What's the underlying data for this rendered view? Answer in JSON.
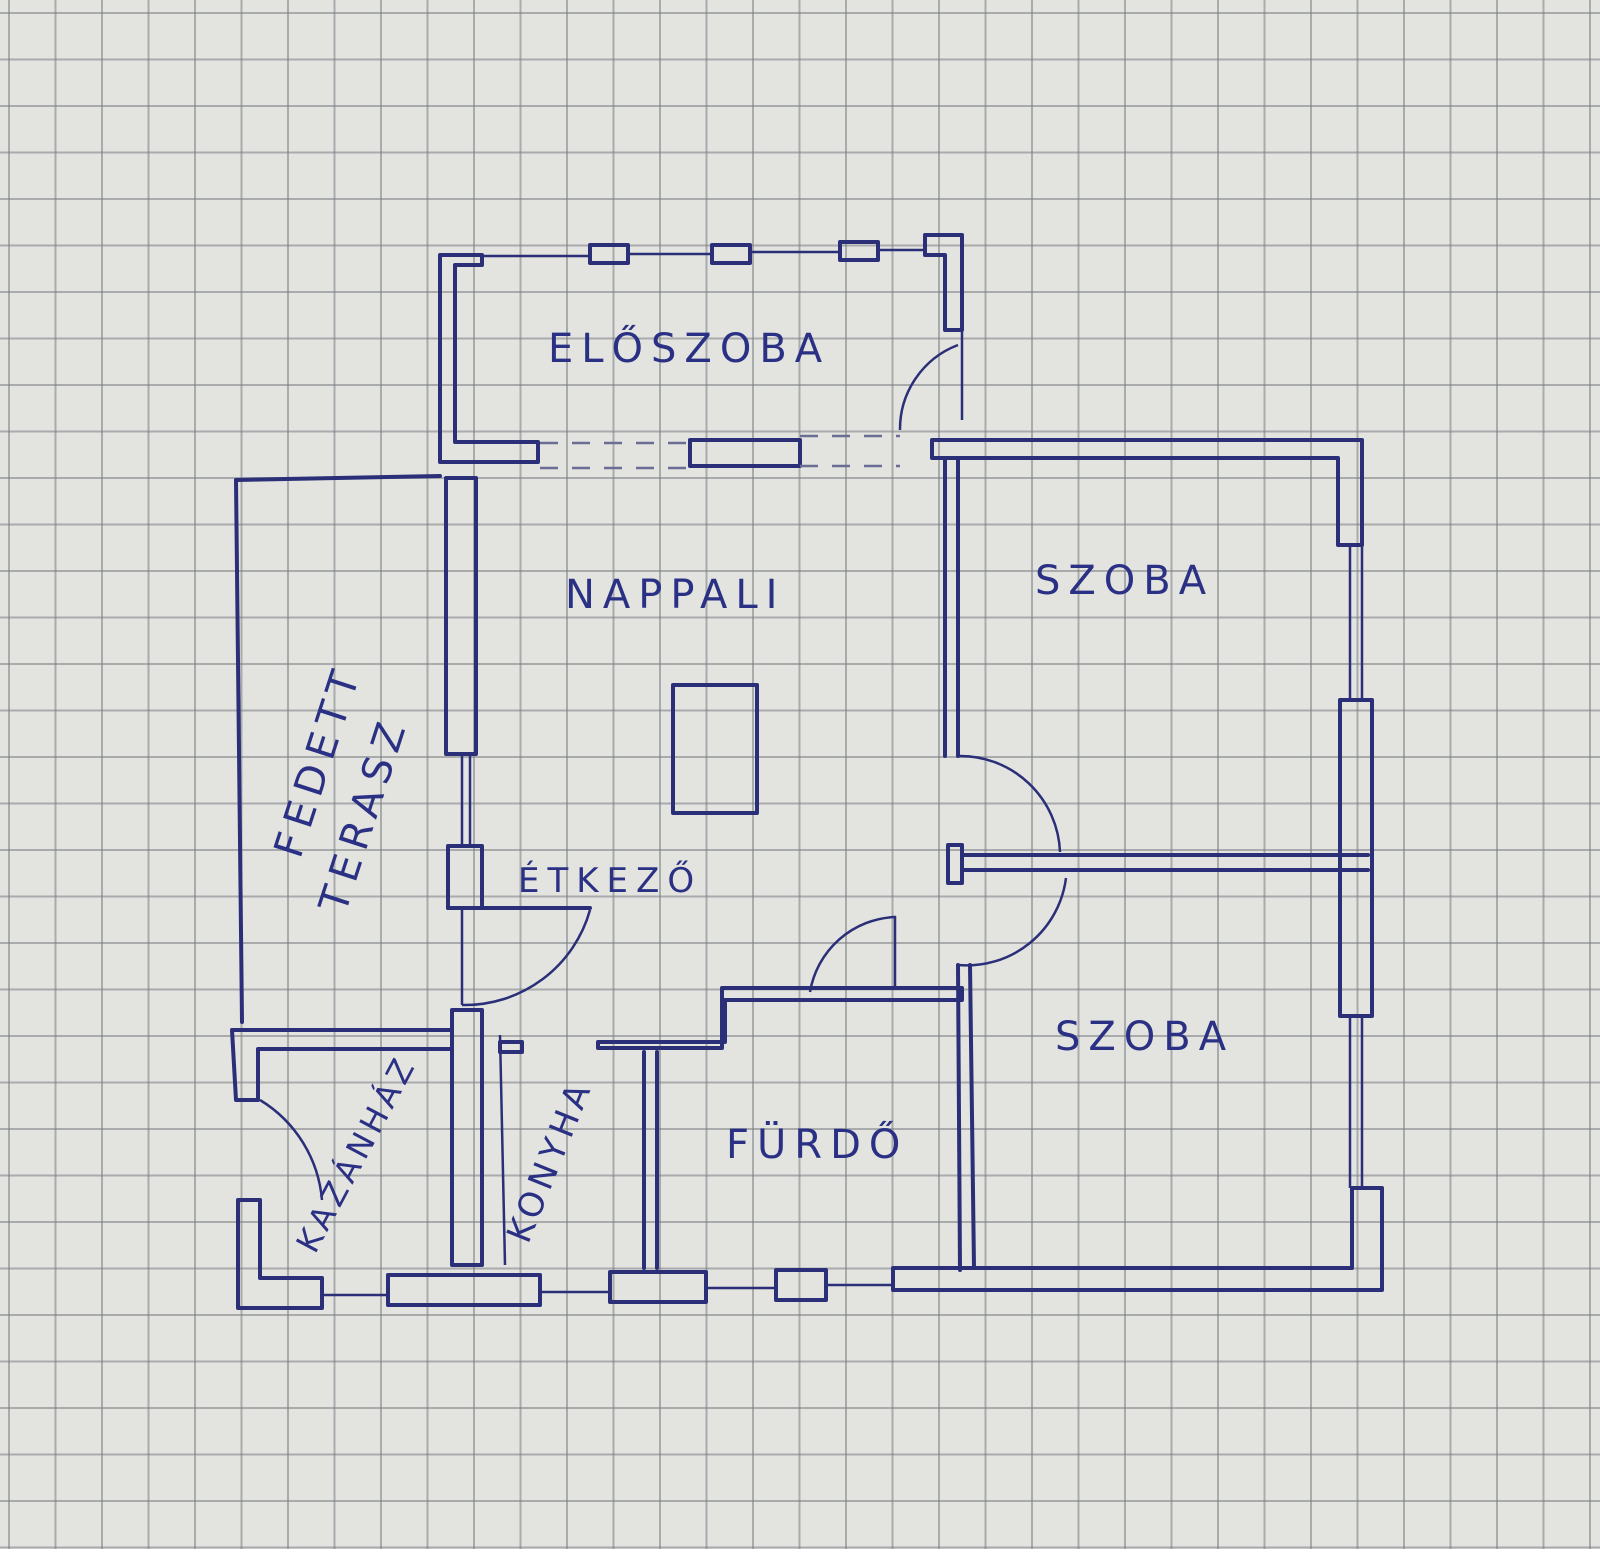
{
  "plan": {
    "ink_color": "#2a2f78",
    "rooms": {
      "eloszoba": "ELŐSZOBA",
      "nappali": "NAPPALI",
      "szoba_1": "SZOBA",
      "szoba_2": "SZOBA",
      "etkezo": "ÉTKEZŐ",
      "fedett": "FEDETT",
      "terasz": "TERASZ",
      "kazanhaz": "KAZÁNHÁZ",
      "konyha": "KONYHA",
      "furdo": "FÜRDŐ"
    }
  }
}
